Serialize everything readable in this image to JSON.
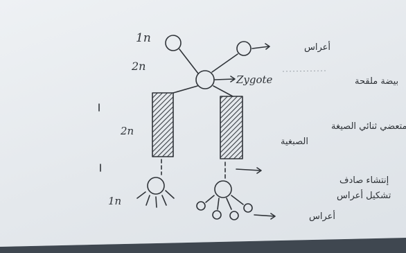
{
  "diagram": {
    "labels": {
      "ploidy_top": "1n",
      "ploidy_zygote": "2n",
      "ploidy_body": "2n",
      "ploidy_bottom": "1n",
      "zygote": "Zygote",
      "gametes_top": "أعراس",
      "fertilized_egg": "بيضة ملقحة",
      "body_line1": "متعضي ثنائي الصيغة",
      "body_line2": "الصبغية",
      "meiosis_line1": "إنتشاء صادف",
      "meiosis_line2": "تشكيل أعراس",
      "gametes_bottom": "أعراس"
    }
  }
}
